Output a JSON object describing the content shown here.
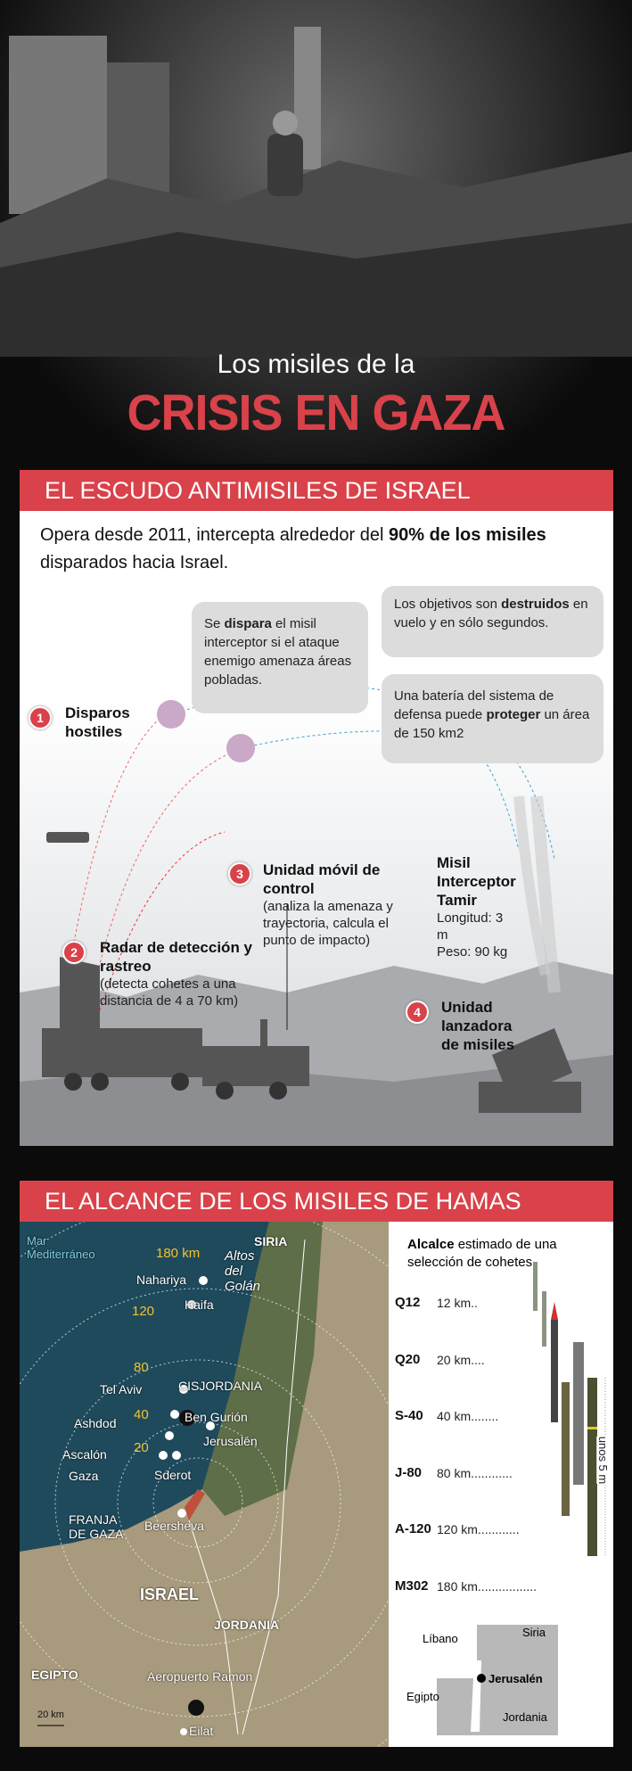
{
  "title": {
    "line1": "Los misiles de la",
    "line2": "CRISIS EN GAZA"
  },
  "section1": {
    "header": "EL ESCUDO ANTIMISILES DE ISRAEL",
    "intro_pre": "Opera desde 2011, intercepta alrededor del ",
    "intro_bold": "90% de los misiles",
    "intro_post": " disparados hacia Israel.",
    "bubble_fire": {
      "pre": "Se ",
      "bold": "dispara",
      "post": " el misil interceptor si el ataque enemigo amenaza áreas pobladas."
    },
    "bubble_destroy": {
      "pre": "Los objetivos son ",
      "bold": "destruidos",
      "post": " en vuelo y en sólo segundos."
    },
    "bubble_protect": {
      "pre": "Una batería del sistema de defensa puede ",
      "bold": "proteger",
      "post": " un área de 150 km2"
    },
    "steps": [
      {
        "num": "1",
        "title": "Disparos hostiles",
        "desc": ""
      },
      {
        "num": "2",
        "title": "Radar de detección y rastreo",
        "desc": "(detecta cohetes a una distancia de 4 a 70 km)"
      },
      {
        "num": "3",
        "title": "Unidad móvil de control",
        "desc": "(analiza la amenaza y trayectoria, calcula el punto de impacto)"
      },
      {
        "num": "4",
        "title": "Unidad lanzadora de misiles",
        "desc": ""
      }
    ],
    "missile": {
      "title": "Misil Interceptor Tamir",
      "length": "Longitud: 3 m",
      "weight": "Peso: 90 kg"
    }
  },
  "section2": {
    "header": "EL ALCANCE DE LOS MISILES DE HAMAS",
    "map": {
      "sea": "Mar Mediterráneo",
      "rings": [
        "180 km",
        "120",
        "80",
        "40",
        "20"
      ],
      "cities": [
        "Nahariya",
        "Haifa",
        "Tel Aviv",
        "Ashdod",
        "Ascalón",
        "Gaza",
        "Sderot",
        "Ben Gurión",
        "Jerusalén",
        "Beersheva",
        "Eilat",
        "Aeropuerto Ramon"
      ],
      "regions": [
        "SIRIA",
        "Altos del Golán",
        "CISJORDANIA",
        "FRANJA DE GAZA",
        "ISRAEL",
        "JORDANIA",
        "EGIPTO"
      ],
      "scale": "20 km"
    },
    "legend": {
      "title_bold": "Alcalce",
      "title_rest": " estimado  de una selección de cohetes",
      "size_note": "unos 5 m",
      "rockets": [
        {
          "name": "Q12",
          "range": "12 km.."
        },
        {
          "name": "Q20",
          "range": "20 km...."
        },
        {
          "name": "S-40",
          "range": "40 km........"
        },
        {
          "name": "J-80",
          "range": "80 km............"
        },
        {
          "name": "A-120",
          "range": "120 km............"
        },
        {
          "name": "M302",
          "range": "180 km................."
        }
      ]
    },
    "inset": {
      "labels": [
        "Líbano",
        "Siria",
        "Jerusalén",
        "Egipto",
        "Jordania"
      ]
    }
  },
  "colors": {
    "accent": "#d9424a",
    "sea": "#1e4a5c",
    "ring_label": "#f2c230"
  }
}
